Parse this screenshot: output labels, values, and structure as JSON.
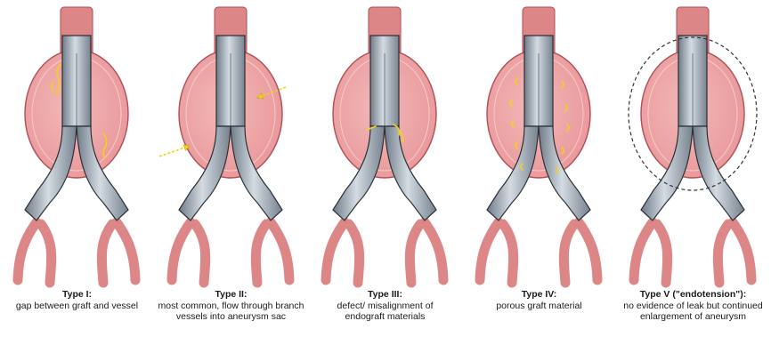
{
  "colors": {
    "aneurysm_fill": "#e9989a",
    "aneurysm_edge": "#b04e55",
    "vessel": "#dd8687",
    "graft": "#a7b2bd",
    "graft_edge": "#2b2f36",
    "leak": "#f0d21a",
    "endotension_ring": "#333333"
  },
  "panels": [
    {
      "title": "Type I:",
      "description": "gap between graft and vessel",
      "leak_type": "type-1"
    },
    {
      "title": "Type II:",
      "description": "most common, flow through branch\nvessels into aneurysm sac",
      "leak_type": "type-2"
    },
    {
      "title": "Type III:",
      "description": "defect/ misalignment of\nendograft materials",
      "leak_type": "type-3"
    },
    {
      "title": "Type IV:",
      "description": "porous graft material",
      "leak_type": "type-4"
    },
    {
      "title": "Type V (\"endotension\"):",
      "description": "no evidence of leak but continued\nenlargement of aneurysm",
      "leak_type": "type-5"
    }
  ]
}
